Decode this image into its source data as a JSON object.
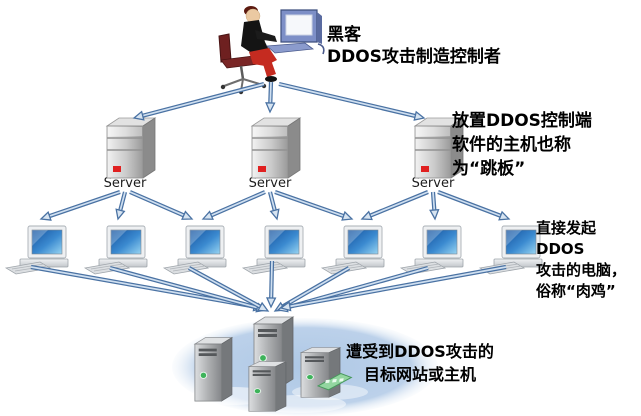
{
  "hacker": {
    "line1": "黑客",
    "line2": "DDOS攻击制造控制者"
  },
  "servers": {
    "items": [
      {
        "label": "Server"
      },
      {
        "label": "Server"
      },
      {
        "label": "Server"
      }
    ],
    "annotation": {
      "line1": "放置DDOS控制端",
      "line2": "软件的主机也称",
      "line3": "为“跳板”"
    }
  },
  "zombies": {
    "annotation": {
      "line1": "直接发起DDOS",
      "line2": "攻击的电脑，",
      "line3": "俗称“肉鸡”"
    }
  },
  "target": {
    "annotation": {
      "line1": "遭受到DDOS攻击的",
      "line2": "目标网站或主机"
    }
  },
  "icons": {
    "hacker": "hacker-at-computer-icon",
    "server": "server-tower-icon",
    "zombie": "desktop-computer-icon",
    "target": "target-server-icon",
    "cloud": "target-cloud-ellipse",
    "nic": "network-card-icon"
  },
  "colors": {
    "arrow": "#4a72a3",
    "arrow_fill": "#d7e4f1",
    "ellipse": "#b5cce6",
    "led_red": "#e02020",
    "led_green": "#3db35a",
    "text": "#000000"
  }
}
